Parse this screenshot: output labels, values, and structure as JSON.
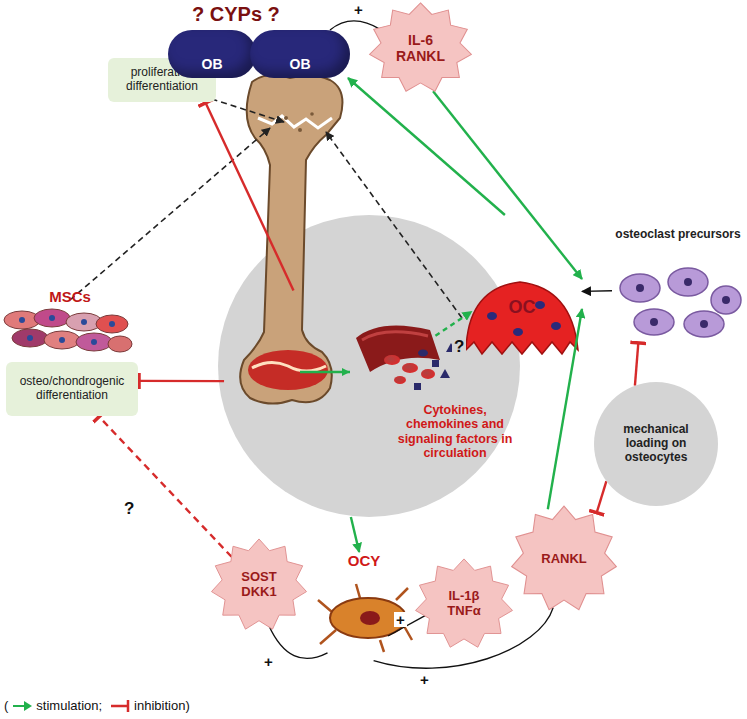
{
  "diagram": {
    "nodes": [
      {
        "text": [
          "proliferation differentiation"
        ]
      },
      {
        "text": [
          "OB"
        ]
      },
      {
        "text": [
          "OB"
        ]
      },
      {
        "text": [
          "IL-6 RANKL"
        ]
      },
      {
        "text": [
          "OC"
        ]
      },
      {
        "text": [
          "osteoclast precursors"
        ]
      },
      {
        "text": [
          "MSCs"
        ]
      },
      {
        "text": [
          "osteo/chondrogenic differentiation"
        ]
      },
      {
        "text": [
          "Cytokines, chemokines and signaling factors in circulation"
        ]
      },
      {
        "text": [
          "mechanical loading on osteocytes"
        ]
      },
      {
        "text": [
          "SOST DKK1"
        ]
      },
      {
        "text": [
          "OCY"
        ]
      },
      {
        "text": [
          "IL-1β TNFα"
        ]
      },
      {
        "text": [
          "RANKL"
        ]
      }
    ],
    "edges": [
      {
        "from": 8,
        "to": 2,
        "arrow": "to"
      },
      {
        "from": 3,
        "to": 4,
        "arrow": "to"
      },
      {
        "from": 5,
        "to": 4,
        "arrow": "to"
      },
      {
        "from": 9,
        "to": 5,
        "arrow": "to"
      },
      {
        "from": 9,
        "to": 13,
        "arrow": "to"
      },
      {
        "from": 13,
        "to": 4,
        "arrow": "to"
      },
      {
        "from": 8,
        "to": 11,
        "arrow": "to"
      },
      {
        "from": 8,
        "to": 0,
        "arrow": "to"
      },
      {
        "from": 8,
        "to": 7,
        "arrow": "to"
      },
      {
        "from": 8,
        "to": 4,
        "label": "?",
        "arrow": "to"
      },
      {
        "from": 10,
        "to": 7,
        "label": "?",
        "arrow": "to"
      },
      {
        "from": 11,
        "to": 10,
        "label": "+",
        "arrow": "none"
      },
      {
        "from": 11,
        "to": 12,
        "label": "+",
        "arrow": "none"
      },
      {
        "from": 11,
        "to": 13,
        "label": "+",
        "arrow": "none"
      },
      {
        "from": 2,
        "to": 3,
        "label": "+",
        "arrow": "none"
      }
    ],
    "labels": [
      "? CYPs ?",
      "("
    ],
    "legend": [
      {
        "text": "stimulation;"
      },
      {
        "text": "inhibition)"
      }
    ]
  }
}
